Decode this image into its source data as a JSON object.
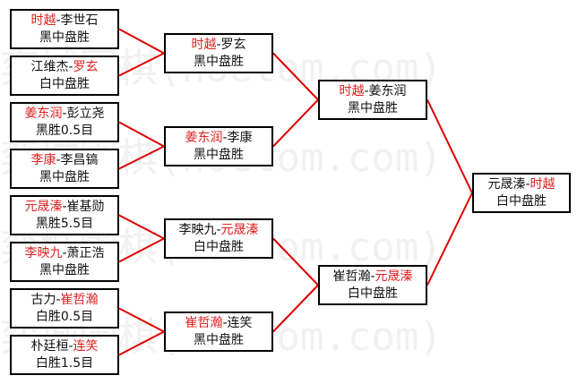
{
  "watermark": "弈城围棋(hoetom.com)",
  "colors": {
    "winner": "#e02020",
    "line": "#e00000"
  },
  "round1": [
    {
      "a": "时越",
      "b": "李世石",
      "winner": "a",
      "result": "黑中盘胜"
    },
    {
      "a": "江维杰",
      "b": "罗玄",
      "winner": "b",
      "result": "白中盘胜"
    },
    {
      "a": "姜东润",
      "b": "彭立尧",
      "winner": "a",
      "result": "黑胜0.5目"
    },
    {
      "a": "李康",
      "b": "李昌镐",
      "winner": "a",
      "result": "黑中盘胜"
    },
    {
      "a": "元晟溱",
      "b": "崔基勋",
      "winner": "a",
      "result": "黑胜5.5目"
    },
    {
      "a": "李映九",
      "b": "萧正浩",
      "winner": "a",
      "result": "黑中盘胜"
    },
    {
      "a": "古力",
      "b": "崔哲瀚",
      "winner": "b",
      "result": "白胜0.5目"
    },
    {
      "a": "朴廷桓",
      "b": "连笑",
      "winner": "b",
      "result": "白胜1.5目"
    }
  ],
  "round2": [
    {
      "a": "时越",
      "b": "罗玄",
      "winner": "a",
      "result": "黑中盘胜"
    },
    {
      "a": "姜东润",
      "b": "李康",
      "winner": "a",
      "result": "黑中盘胜"
    },
    {
      "a": "李映九",
      "b": "元晟溱",
      "winner": "b",
      "result": "白中盘胜"
    },
    {
      "a": "崔哲瀚",
      "b": "连笑",
      "winner": "a",
      "result": "黑中盘胜"
    }
  ],
  "round3": [
    {
      "a": "时越",
      "b": "姜东润",
      "winner": "a",
      "result": "黑中盘胜"
    },
    {
      "a": "崔哲瀚",
      "b": "元晟溱",
      "winner": "b",
      "result": "白中盘胜"
    }
  ],
  "final": [
    {
      "a": "元晟溱",
      "b": "时越",
      "winner": "b",
      "result": "白中盘胜"
    }
  ]
}
